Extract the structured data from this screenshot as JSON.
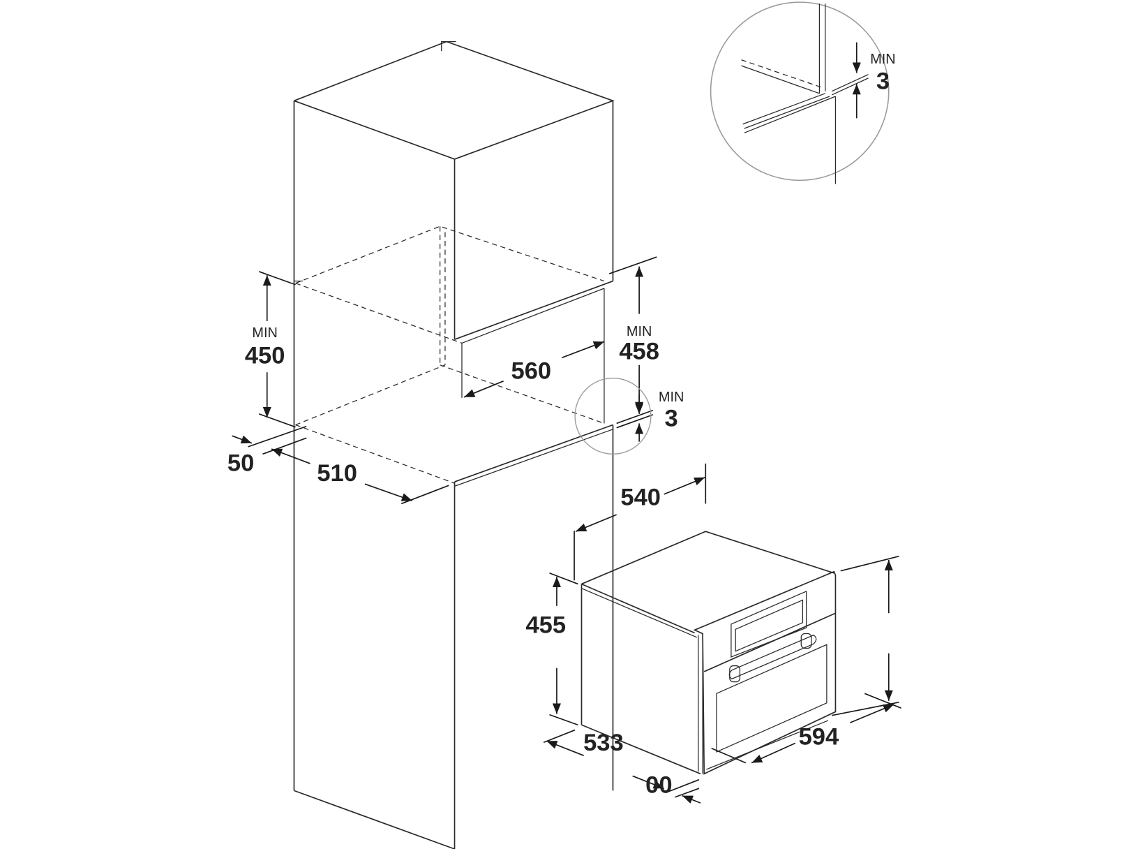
{
  "diagram": {
    "line_color": "#2a2a2a",
    "detail_circle_color": "#9a9a9a",
    "labels": {
      "niche_height": {
        "prefix": "MIN",
        "value": "450"
      },
      "niche_front_height": {
        "prefix": "MIN",
        "value": "458"
      },
      "niche_width": {
        "value": "560"
      },
      "gap_detail": {
        "prefix": "MIN",
        "value": "3"
      },
      "gap_zoom": {
        "prefix": "MIN",
        "value": "3"
      },
      "rear_clearance": {
        "value": "50"
      },
      "niche_depth": {
        "value": "510"
      },
      "oven_depth": {
        "value": "540"
      },
      "oven_body_height": {
        "value": "455"
      },
      "oven_body_depth": {
        "value": "533"
      },
      "oven_width": {
        "value": "594"
      },
      "front_offset": {
        "value": "00"
      }
    }
  }
}
